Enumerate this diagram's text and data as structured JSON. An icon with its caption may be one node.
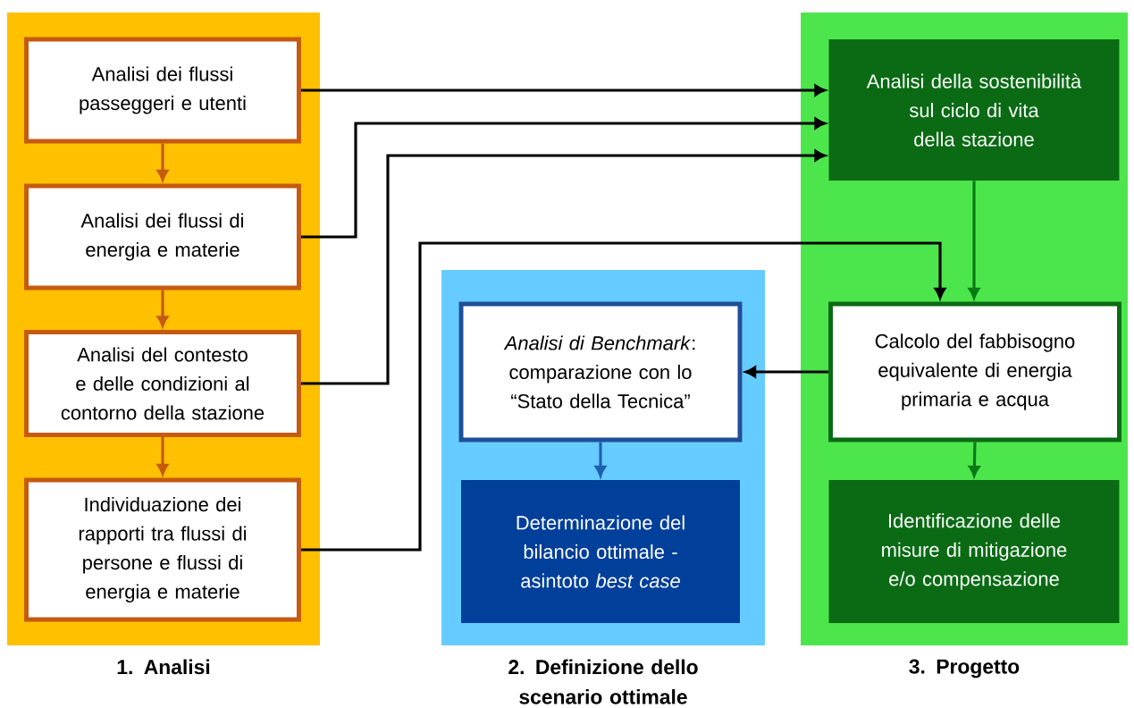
{
  "diagram": {
    "nodes": [
      {
        "text": [
          "1. Analisi"
        ]
      },
      {
        "text": [
          "Analisi dei flussi passeggeri e utenti"
        ],
        "in": 0
      },
      {
        "text": [
          "Analisi dei flussi di energia e materie"
        ],
        "in": 0
      },
      {
        "text": [
          "Analisi del contesto e delle condizioni al contorno della stazione"
        ],
        "in": 0
      },
      {
        "text": [
          "Individuazione dei rapporti tra flussi di persone e flussi di energia e materie"
        ],
        "in": 0
      },
      {
        "text": [
          "2. Definizione dello scenario ottimale"
        ]
      },
      {
        "text": [
          "*Analisi di Benchmark*: comparazione con lo “Stato della Tecnica”"
        ],
        "in": 5
      },
      {
        "text": [
          "Determinazione del bilancio ottimale - asintoto *best case*"
        ],
        "in": 5
      },
      {
        "text": [
          "3. Progetto"
        ]
      },
      {
        "text": [
          "Analisi della sostenibilità sul ciclo di vita della stazione"
        ],
        "in": 8
      },
      {
        "text": [
          "Calcolo del fabbisogno equivalente di energia primaria e acqua"
        ],
        "in": 8
      },
      {
        "text": [
          "Identificazione delle misure di mitigazione e/o compensazione"
        ],
        "in": 8
      }
    ],
    "edges": [
      {
        "from": 1,
        "to": 2,
        "arrow": "to",
        "color": "#c55a11"
      },
      {
        "from": 2,
        "to": 3,
        "arrow": "to",
        "color": "#c55a11"
      },
      {
        "from": 3,
        "to": 4,
        "arrow": "to",
        "color": "#c55a11"
      },
      {
        "from": 1,
        "to": 9,
        "arrow": "to"
      },
      {
        "from": 2,
        "to": 9,
        "arrow": "to"
      },
      {
        "from": 3,
        "to": 9,
        "arrow": "to"
      },
      {
        "from": 4,
        "to": 10,
        "arrow": "to"
      },
      {
        "from": 9,
        "to": 10,
        "arrow": "to",
        "color": "#0a7a14"
      },
      {
        "from": 10,
        "to": 6,
        "arrow": "to"
      },
      {
        "from": 6,
        "to": 7,
        "arrow": "to",
        "color": "#1f5fb0"
      },
      {
        "from": 10,
        "to": 11,
        "arrow": "to",
        "color": "#0a7a14"
      }
    ]
  }
}
